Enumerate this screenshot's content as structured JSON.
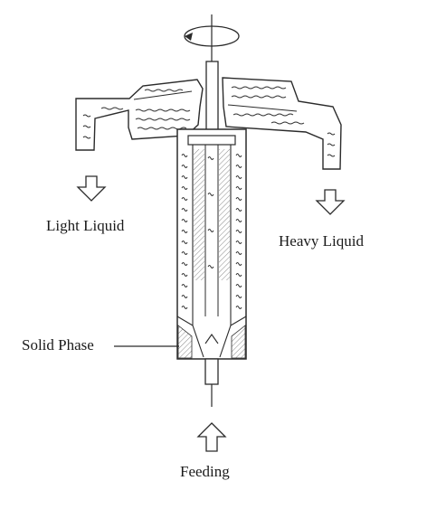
{
  "labels": {
    "light_liquid": "Light Liquid",
    "heavy_liquid": "Heavy Liquid",
    "solid_phase": "Solid Phase",
    "feeding": "Feeding"
  },
  "colors": {
    "line": "#2b2b2b",
    "background": "#ffffff",
    "hatch": "#8a8a8a"
  },
  "icons": [
    "rotation-arrow-icon",
    "down-arrow-icon",
    "up-arrow-icon"
  ]
}
